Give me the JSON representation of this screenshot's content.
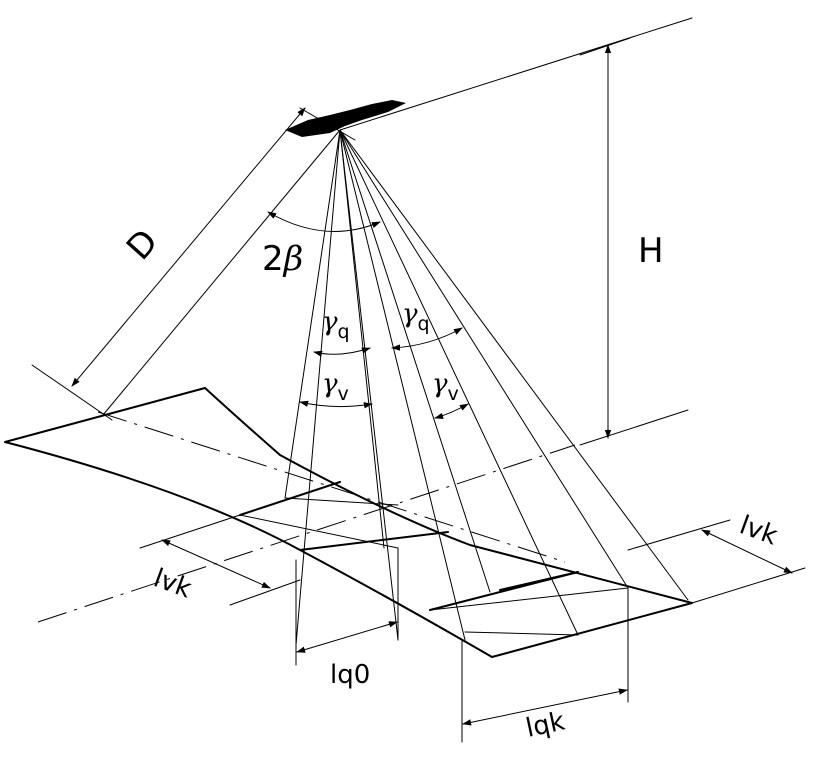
{
  "labels": {
    "D": "D",
    "H": "H",
    "two_beta_prefix": "2",
    "beta": "β",
    "gamma": "γ",
    "q": "q",
    "v": "v",
    "lvk": "lvk",
    "lq0": "lq0",
    "lqk": "lqk"
  },
  "colors": {
    "ink": "#000000",
    "background": "#ffffff"
  }
}
